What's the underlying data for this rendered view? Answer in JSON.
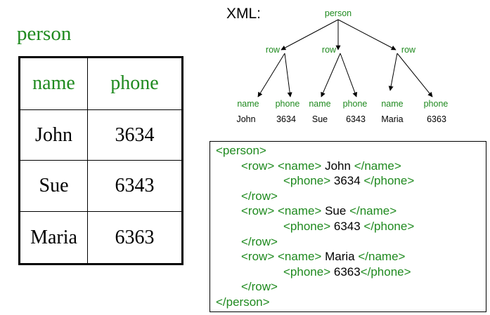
{
  "relation": {
    "title": "person",
    "headers": [
      "name",
      "phone"
    ],
    "rows": [
      [
        "John",
        "3634"
      ],
      [
        "Sue",
        "6343"
      ],
      [
        "Maria",
        "6363"
      ]
    ]
  },
  "tree": {
    "label": "XML:",
    "root": "person",
    "row_label": "row",
    "children": [
      {
        "name_label": "name",
        "phone_label": "phone",
        "name_value": "John",
        "phone_value": "3634"
      },
      {
        "name_label": "name",
        "phone_label": "phone",
        "name_value": "Sue",
        "phone_value": "6343"
      },
      {
        "name_label": "name",
        "phone_label": "phone",
        "name_value": "Maria",
        "phone_value": "6363"
      }
    ]
  },
  "xml_code": {
    "open_person": "<person>",
    "close_person": "</person>",
    "open_row": "<row>",
    "close_row": "</row>",
    "open_name": "<name>",
    "close_name": "</name>",
    "open_phone": "<phone>",
    "close_phone": "</phone>",
    "records": [
      {
        "name": " John ",
        "phone": " 3634 "
      },
      {
        "name": " Sue ",
        "phone": " 6343 "
      },
      {
        "name": " Maria ",
        "phone": " 6363"
      }
    ]
  },
  "colors": {
    "tag_green": "#1f8a1f",
    "text_black": "#000000"
  }
}
